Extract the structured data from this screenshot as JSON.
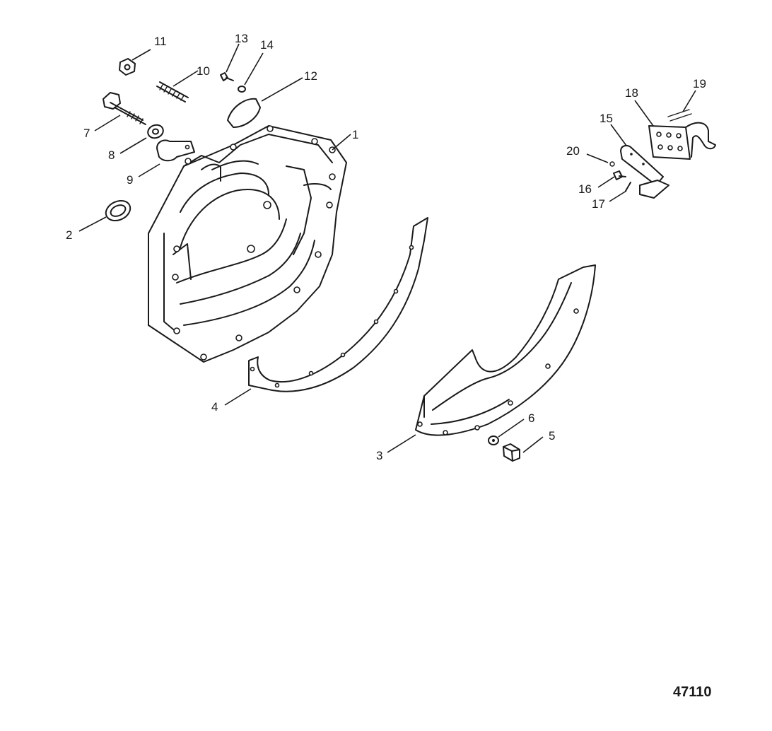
{
  "figure_number": "47110",
  "callouts": [
    {
      "id": "c1",
      "text": "1"
    },
    {
      "id": "c2",
      "text": "2"
    },
    {
      "id": "c3",
      "text": "3"
    },
    {
      "id": "c4",
      "text": "4"
    },
    {
      "id": "c5",
      "text": "5"
    },
    {
      "id": "c6",
      "text": "6"
    },
    {
      "id": "c7",
      "text": "7"
    },
    {
      "id": "c8",
      "text": "8"
    },
    {
      "id": "c9",
      "text": "9"
    },
    {
      "id": "c10",
      "text": "10"
    },
    {
      "id": "c11",
      "text": "11"
    },
    {
      "id": "c12",
      "text": "12"
    },
    {
      "id": "c13",
      "text": "13"
    },
    {
      "id": "c14",
      "text": "14"
    },
    {
      "id": "c15",
      "text": "15"
    },
    {
      "id": "c16",
      "text": "16"
    },
    {
      "id": "c17",
      "text": "17"
    },
    {
      "id": "c18",
      "text": "18"
    },
    {
      "id": "c19",
      "text": "19"
    },
    {
      "id": "c20",
      "text": "20"
    }
  ]
}
